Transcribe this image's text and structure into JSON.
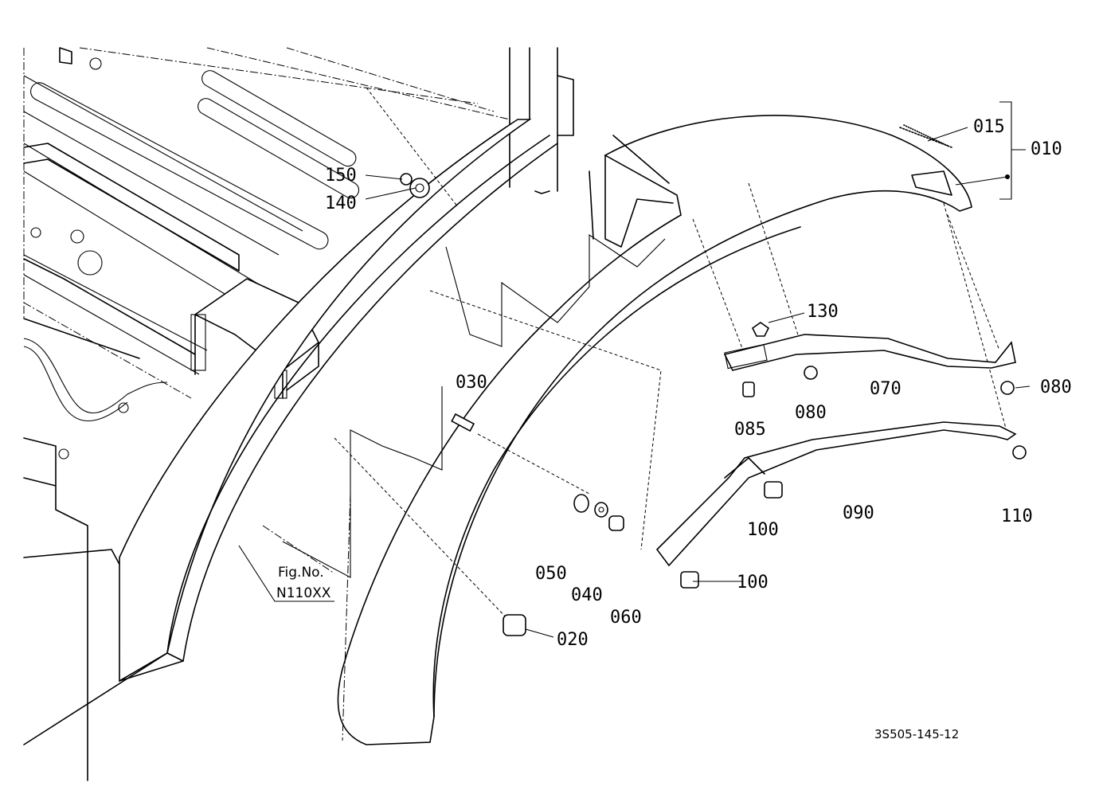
{
  "figure_ref": {
    "line1": "Fig.No.",
    "line2": "N110XX"
  },
  "drawing_code": "3S505-145-12",
  "callouts": [
    {
      "id": "015",
      "label": "015"
    },
    {
      "id": "010",
      "label": "010"
    },
    {
      "id": "150",
      "label": "150"
    },
    {
      "id": "140",
      "label": "140"
    },
    {
      "id": "130",
      "label": "130"
    },
    {
      "id": "070",
      "label": "070"
    },
    {
      "id": "080a",
      "label": "080"
    },
    {
      "id": "080b",
      "label": "080"
    },
    {
      "id": "085",
      "label": "085"
    },
    {
      "id": "030",
      "label": "030"
    },
    {
      "id": "090",
      "label": "090"
    },
    {
      "id": "100a",
      "label": "100"
    },
    {
      "id": "110",
      "label": "110"
    },
    {
      "id": "050",
      "label": "050"
    },
    {
      "id": "040",
      "label": "040"
    },
    {
      "id": "060",
      "label": "060"
    },
    {
      "id": "100b",
      "label": "100"
    },
    {
      "id": "020",
      "label": "020"
    }
  ]
}
